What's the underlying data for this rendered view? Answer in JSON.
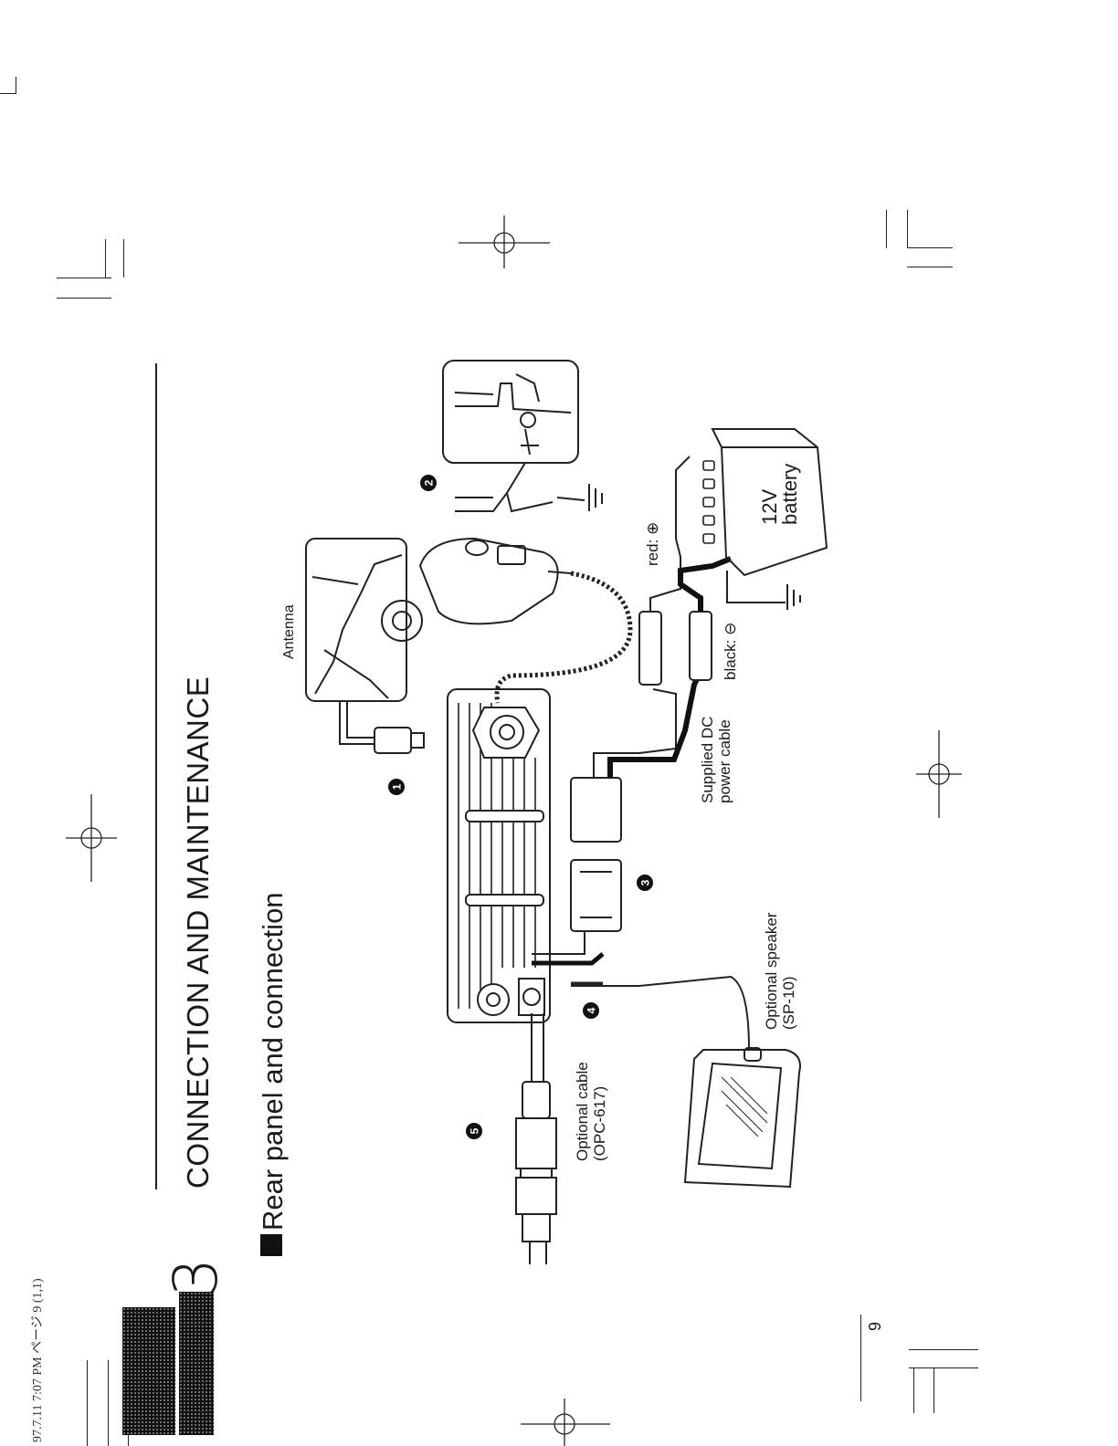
{
  "header_stamp": "97.7.11 7:07 PM ページ 9 (1,1)",
  "chapter": {
    "number": "3",
    "title": "CONNECTION AND MAINTENANCE"
  },
  "section": {
    "title": "Rear panel and connection"
  },
  "labels": {
    "antenna": "Antenna",
    "optional_cable_line1": "Optional cable",
    "optional_cable_line2": "(OPC-617)",
    "optional_speaker_line1": "Optional speaker",
    "optional_speaker_line2": "(SP-10)",
    "dc_cable_line1": "Supplied DC",
    "dc_cable_line2": "power cable",
    "red": "red: ⊕",
    "black": "black: ⊖",
    "battery_line1": "12V",
    "battery_line2": "battery"
  },
  "callouts": [
    "1",
    "2",
    "3",
    "4",
    "5"
  ],
  "page_number": "9"
}
